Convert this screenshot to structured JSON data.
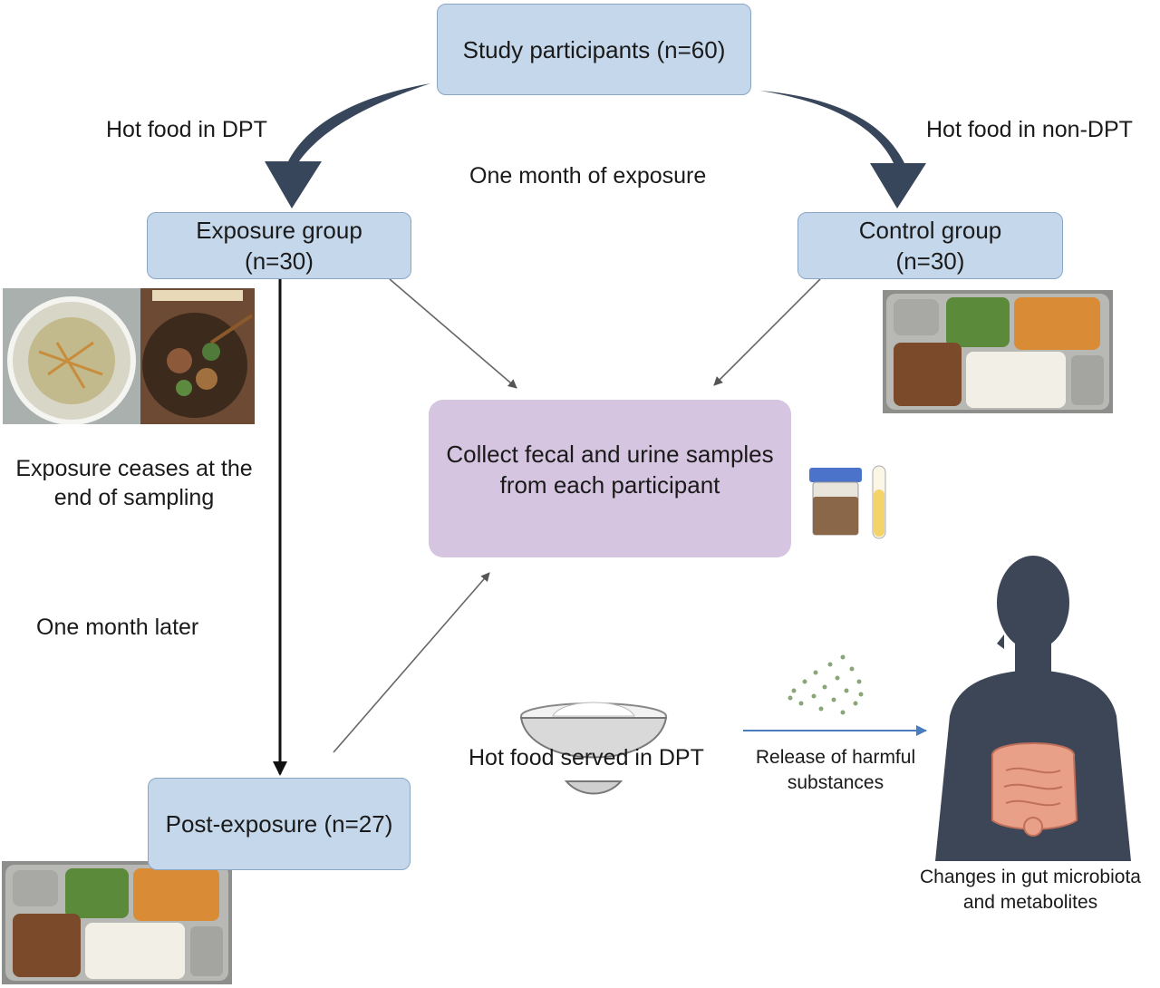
{
  "nodes": {
    "study": "Study participants (n=60)",
    "exposure_title": "Exposure group",
    "exposure_n": "(n=30)",
    "control_title": "Control group",
    "control_n": "(n=30)",
    "collect_line1": "Collect fecal and urine samples",
    "collect_line2": "from each participant",
    "post": "Post-exposure (n=27)"
  },
  "labels": {
    "hot_dpt": "Hot food in DPT",
    "hot_non_dpt": "Hot food in non-DPT",
    "one_month_exposure": "One month of exposure",
    "ceases_line1": "Exposure ceases at the",
    "ceases_line2": "end of sampling",
    "one_month_later": "One month later",
    "hot_served": "Hot food served in DPT",
    "release_line1": "Release of harmful",
    "release_line2": "substances",
    "changes_line1": "Changes in gut microbiota",
    "changes_line2": "and metabolites"
  },
  "icons": {
    "tray_photo": "food-tray-photo-icon",
    "bowl_photo": "takeout-bowls-photo-icon",
    "rice_bowl": "rice-bowl-icon",
    "sample_cup": "fecal-sample-cup-icon",
    "urine_tube": "urine-tube-icon",
    "human": "human-silhouette-icon",
    "particles": "particles-icon"
  },
  "colors": {
    "blue_box": "#c5d7ea",
    "purple_box": "#d6c5e0",
    "big_arrow": "#37465b",
    "silhouette": "#3d4656",
    "release_arrow": "#4a7cc0"
  }
}
